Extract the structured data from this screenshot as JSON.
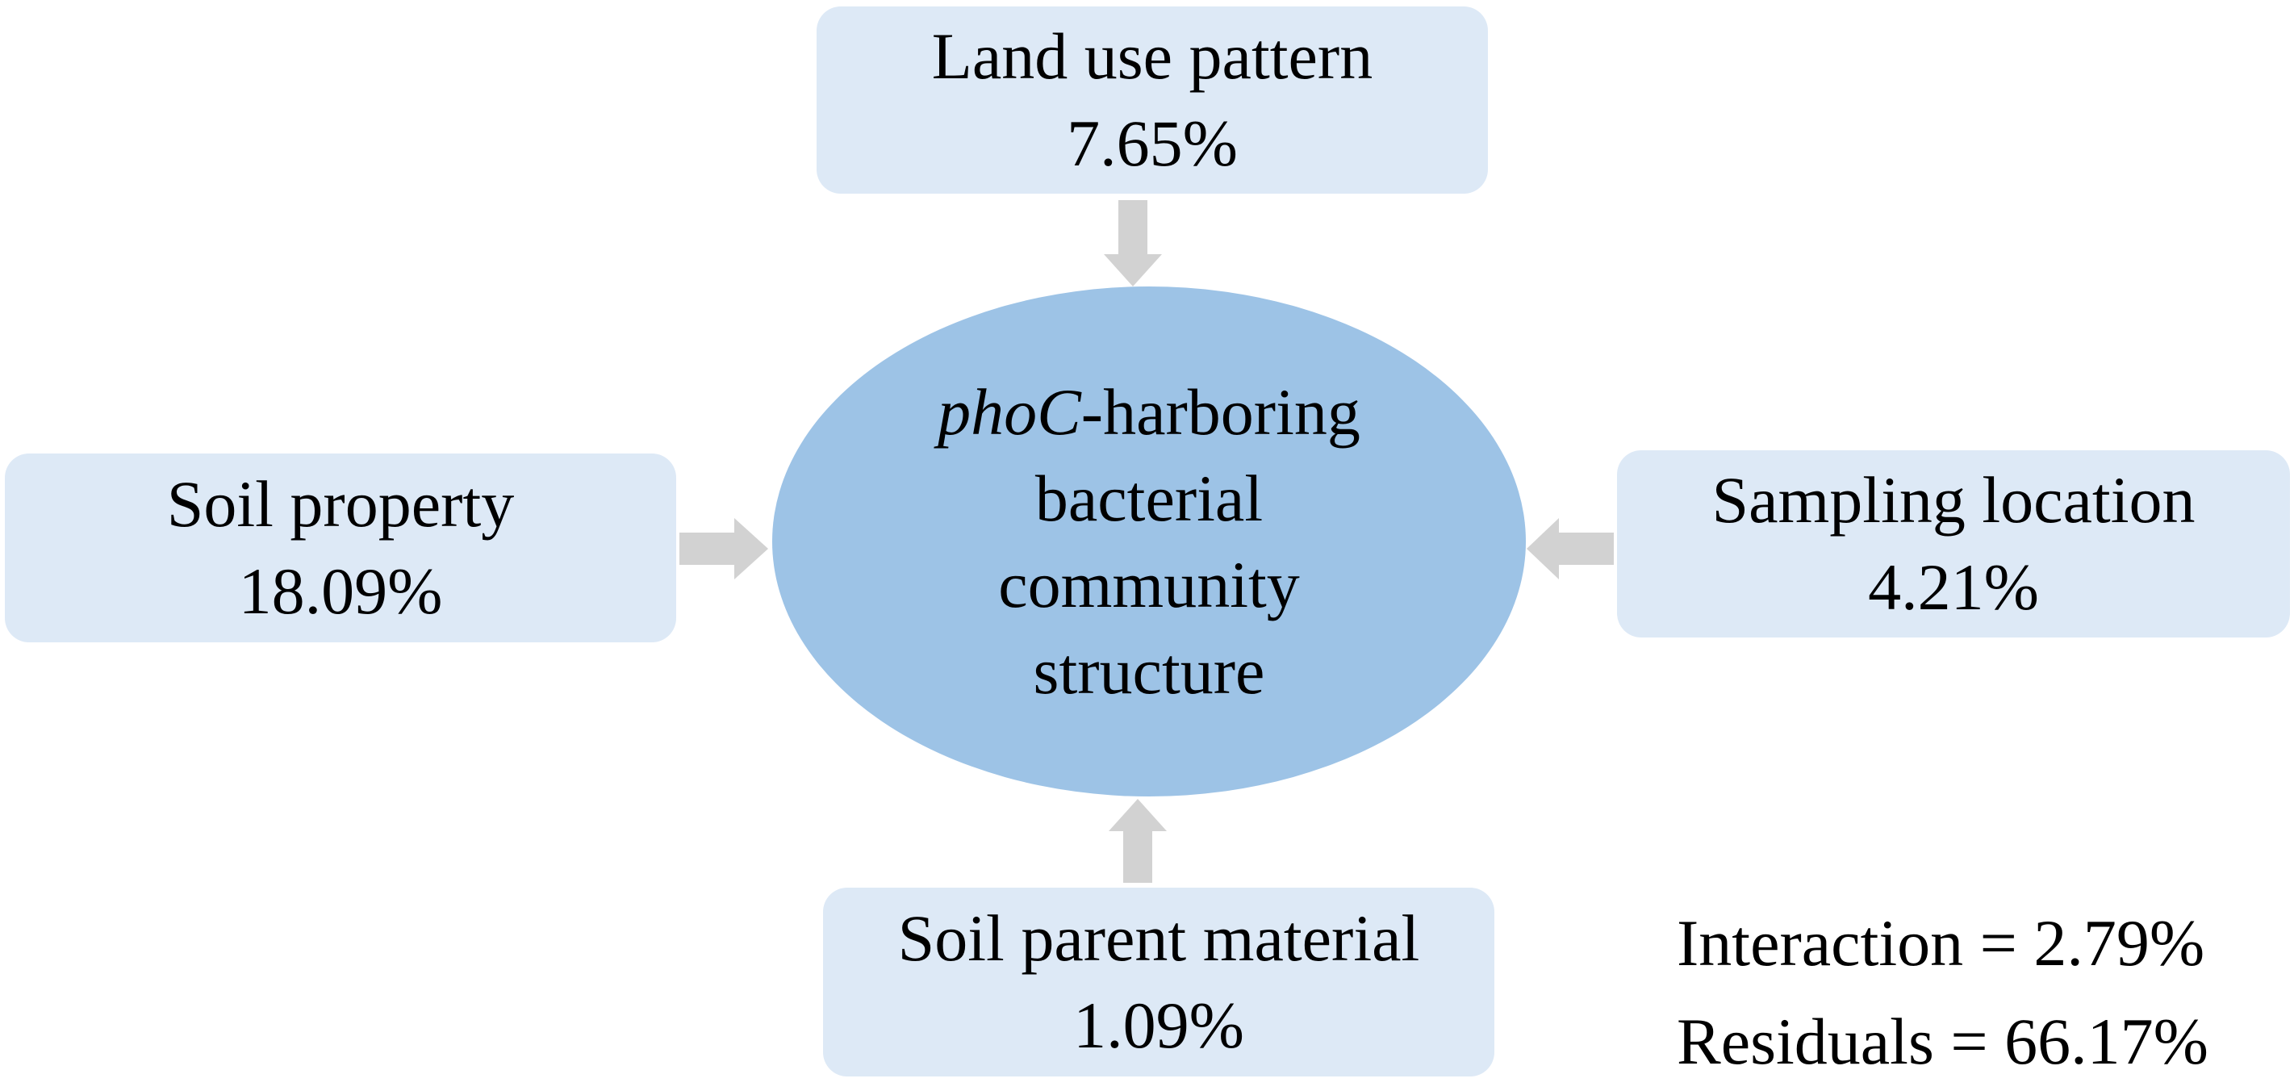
{
  "colors": {
    "box_fill": "#dde9f6",
    "ellipse_fill": "#9dc3e6",
    "arrow_fill": "#d2d2d2",
    "text": "#000000"
  },
  "center": {
    "line1_italic": "phoC",
    "line1_rest": "-harboring",
    "line2": "bacterial",
    "line3": "community",
    "line4": "structure"
  },
  "factors": {
    "top": {
      "name": "Land use pattern",
      "value": "7.65%"
    },
    "left": {
      "name": "Soil property",
      "value": "18.09%"
    },
    "right": {
      "name": "Sampling location",
      "value": "4.21%"
    },
    "bottom": {
      "name": "Soil parent material",
      "value": "1.09%"
    }
  },
  "summary": {
    "interaction": "Interaction = 2.79%",
    "residuals": "Residuals = 66.17%"
  }
}
